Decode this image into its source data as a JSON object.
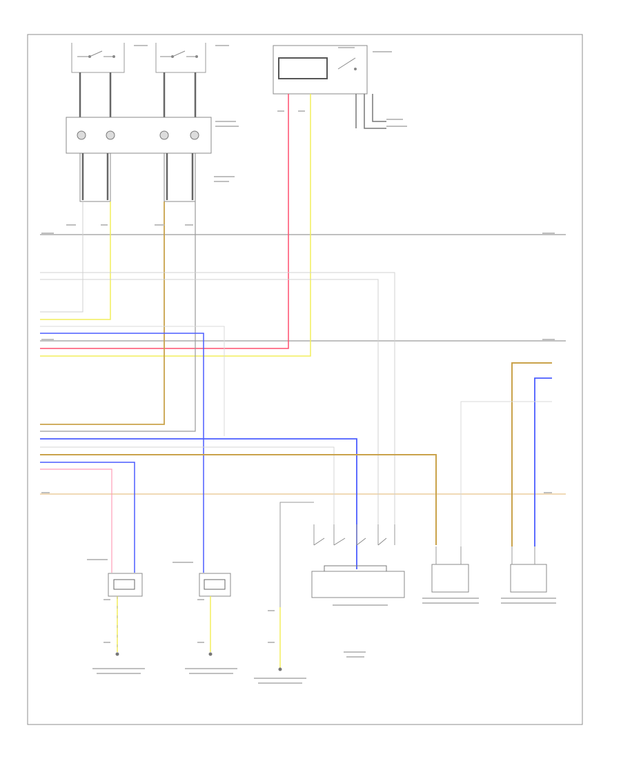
{
  "footer": {
    "code": ""
  },
  "colors": {
    "frame": "#8c8c8c",
    "wire_gray": "#b9b9b9",
    "wire_dark": "#7a7a7a",
    "wire_red": "#ff4d6d",
    "wire_pink": "#ff9cb8",
    "wire_yellow": "#f2ee5a",
    "wire_blue": "#4a5cff",
    "wire_orange": "#c9a24a",
    "wire_tan": "#e6c28a",
    "component": "#9a9a9a"
  },
  "components": [
    {
      "id": "upper-connector-block",
      "label": ""
    },
    {
      "id": "airbag-control-module",
      "label": ""
    },
    {
      "id": "front-seat-connector-left",
      "label": ""
    },
    {
      "id": "front-seat-connector-right",
      "label": ""
    },
    {
      "id": "seat-belt-switch-module",
      "label": ""
    },
    {
      "id": "front-side-sensor-left",
      "label": ""
    },
    {
      "id": "front-side-sensor-right",
      "label": ""
    }
  ],
  "note": ""
}
